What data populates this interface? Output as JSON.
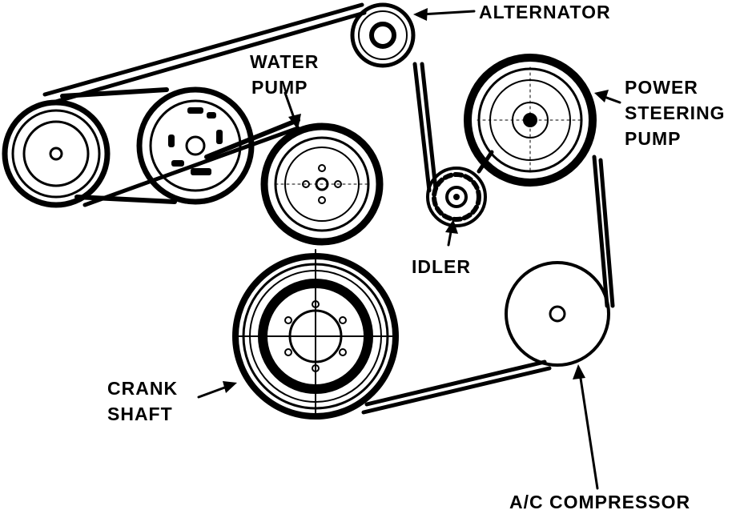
{
  "labels": {
    "alternator": "ALTERNATOR",
    "water_pump_line1": "WATER",
    "water_pump_line2": "PUMP",
    "power_steering_line1": "POWER",
    "power_steering_line2": "STEERING",
    "power_steering_line3": "PUMP",
    "idler": "IDLER",
    "crank_line1": "CRANK",
    "crank_line2": "SHAFT",
    "ac_compressor": "A/C COMPRESSOR"
  },
  "colors": {
    "ink": "#000000",
    "background": "#ffffff"
  }
}
